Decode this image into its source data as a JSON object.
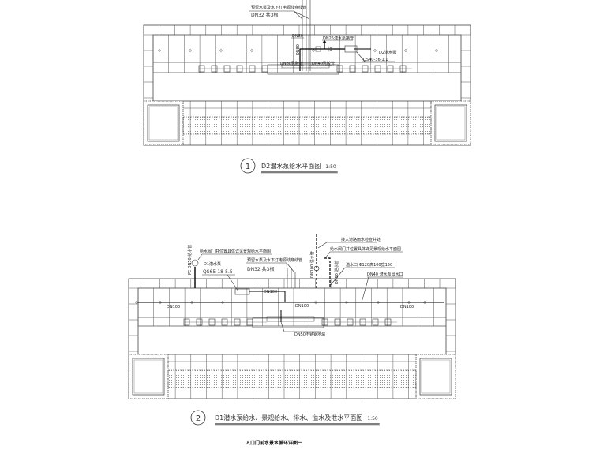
{
  "drawing": {
    "sheet_title": "入口门前水景水循环详图一",
    "plan1": {
      "number": "1",
      "title": "D2潜水泵给水平面图",
      "scale": "1:50",
      "labels": {
        "conduit": "预留水泵及水下灯电源线穿线管",
        "conduit_size": "DN32 共3根",
        "dn80_top": "DN80",
        "dn80_vertical": "DN80",
        "dn25": "DN25潜水泵接管",
        "pump": "D2潜水泵",
        "pump_model": "QS40-36-1.1",
        "hose_dn80": "DN80乳胶管",
        "hose_dn40": "DN40乳胶管"
      }
    },
    "plan2": {
      "number": "2",
      "title": "D1潜水泵给水、景观给水、排水、溢水及泄水平面图",
      "scale": "1:50",
      "labels": {
        "valve_well_left": "给水阀门井位置具体详见景观给水平面图",
        "pe_supply": "PE DN50 给水管",
        "pump": "D1潜水泵",
        "pump_model": "QS65-18-5.5",
        "conduit": "预留水泵及水下灯电源线穿线管",
        "conduit_size": "DN32 共3根",
        "road_well": "接入道路雨水检查井处",
        "valve_well_right": "给水阀门井位置具体详见景观给水平面图",
        "overflow_pipe": "DN100 溢水管",
        "drain_pipe": "DN50 泄水管",
        "overflow_inlet": "溢水口 Φ120高100宽150",
        "pump_outlet": "DN40 潜水泵出水口",
        "dn100_top": "DN100",
        "dn100_left": "DN100",
        "dn100_mid": "DN100",
        "dn100_right": "DN100",
        "floor_drain": "DN50不锈钢地漏"
      }
    }
  }
}
